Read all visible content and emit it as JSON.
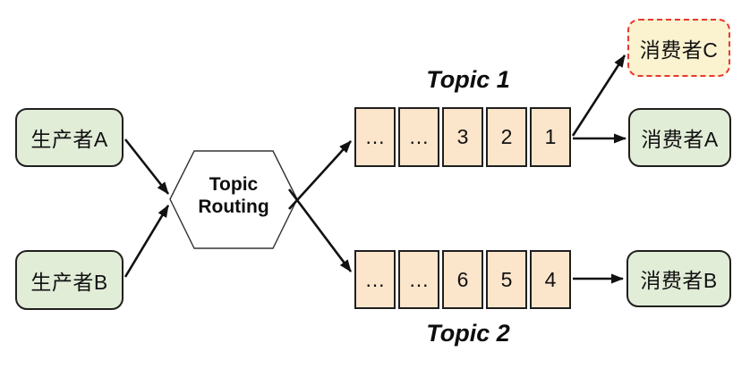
{
  "diagram": {
    "producers": [
      {
        "label": "生产者A"
      },
      {
        "label": "生产者B"
      }
    ],
    "router": {
      "label": "Topic Routing"
    },
    "topics": [
      {
        "name": "Topic 1",
        "cells": [
          "…",
          "…",
          "3",
          "2",
          "1"
        ]
      },
      {
        "name": "Topic 2",
        "cells": [
          "…",
          "…",
          "6",
          "5",
          "4"
        ]
      }
    ],
    "consumers": [
      {
        "label": "消费者C"
      },
      {
        "label": "消费者A"
      },
      {
        "label": "消费者B"
      }
    ],
    "colors": {
      "producer_fill": "#e2edd8",
      "consumer_fill": "#e2edd8",
      "queue_fill": "#fbe5cb",
      "consumer_c_fill": "#fbf2d0",
      "consumer_c_border": "#e8382d",
      "node_border": "#1f1f1f",
      "arrow": "#111111",
      "background": "#ffffff"
    }
  }
}
